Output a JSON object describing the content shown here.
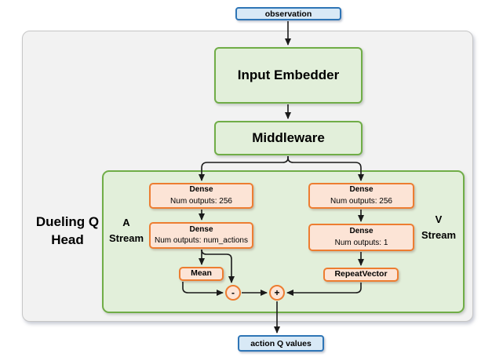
{
  "colors": {
    "blue_border": "#2e75b6",
    "blue_fill": "#d8e9f6",
    "green_border": "#70ad47",
    "green_fill": "#e2efda",
    "orange_border": "#ed7d31",
    "orange_fill": "#fce4d6",
    "container_fill": "#f2f2f2",
    "container_border": "#c6c6c6",
    "arrow": "#1a1a1a"
  },
  "nodes": {
    "observation": "observation",
    "input_embedder": "Input Embedder",
    "middleware": "Middleware",
    "action_q_values": "action Q values"
  },
  "dueling_head": {
    "label": "Dueling Q Head",
    "a_stream": {
      "label": "A Stream",
      "dense1": {
        "title": "Dense",
        "subtitle": "Num outputs: 256"
      },
      "dense2": {
        "title": "Dense",
        "subtitle": "Num outputs: num_actions"
      },
      "mean": "Mean",
      "subtract_op": "-"
    },
    "v_stream": {
      "label": "V Stream",
      "dense1": {
        "title": "Dense",
        "subtitle": "Num outputs: 256"
      },
      "dense2": {
        "title": "Dense",
        "subtitle": "Num outputs: 1"
      },
      "repeat_vector": "RepeatVector",
      "add_op": "+"
    }
  }
}
